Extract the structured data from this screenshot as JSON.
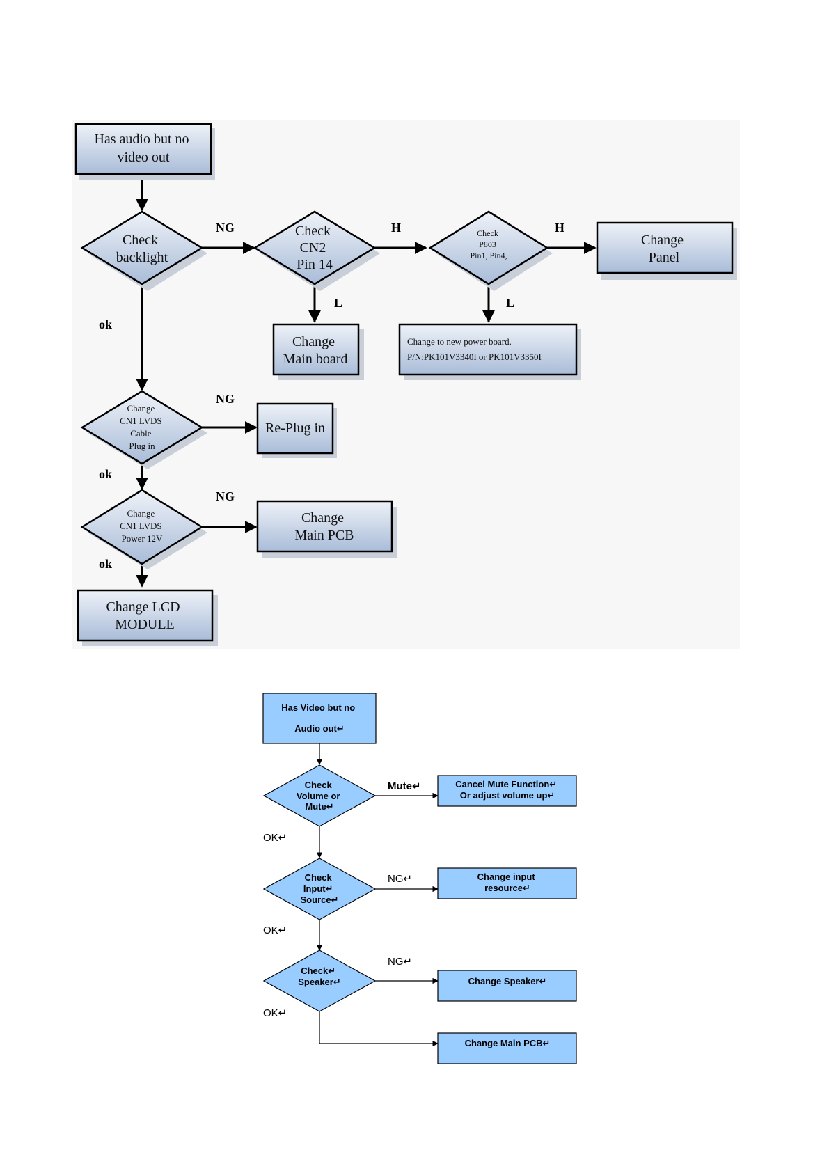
{
  "flowchart_top": {
    "start": [
      "Has audio but no",
      "video out"
    ],
    "check_backlight": [
      "Check",
      "backlight"
    ],
    "check_cn2": [
      "Check",
      "CN2",
      "Pin 14"
    ],
    "check_p803": [
      "Check",
      "P803",
      "Pin1, Pin4,"
    ],
    "change_panel": [
      "Change",
      "Panel"
    ],
    "change_main_board": [
      "Change",
      "Main board"
    ],
    "change_power_board": [
      "Change to new power board.",
      "P/N:PK101V3340I or PK101V3350I"
    ],
    "change_lvds_cable": [
      "Change",
      "CN1 LVDS",
      "Cable",
      "Plug in"
    ],
    "re_plug": [
      "Re-Plug in"
    ],
    "change_lvds_power": [
      "Change",
      "CN1 LVDS",
      "Power 12V"
    ],
    "change_main_pcb": [
      "Change",
      "Main PCB"
    ],
    "change_lcd_module": [
      "Change LCD",
      "MODULE"
    ],
    "labels": {
      "ng_backlight": "NG",
      "h_cn2": "H",
      "h_p803": "H",
      "l_cn2": "L",
      "l_p803": "L",
      "ok_backlight": "ok",
      "ng_lvds_cable": "NG",
      "ok_lvds_cable": "ok",
      "ng_lvds_power": "NG",
      "ok_lvds_power": "ok"
    }
  },
  "flowchart_bottom": {
    "start": [
      "Has Video but no",
      "Audio out↵"
    ],
    "check_volume": [
      "Check",
      "Volume or",
      "Mute↵"
    ],
    "cancel_mute": [
      "Cancel Mute Function↵",
      "Or adjust volume up↵"
    ],
    "check_input": [
      "Check",
      "Input↵",
      "Source↵"
    ],
    "change_input": [
      "Change input",
      "resource↵"
    ],
    "check_speaker": [
      "Check↵",
      "Speaker↵"
    ],
    "change_speaker": [
      "Change Speaker↵"
    ],
    "change_main_pcb": [
      "Change Main PCB↵"
    ],
    "labels": {
      "mute": "Mute↵",
      "ng_input": "NG↵",
      "ng_speaker": "NG↵",
      "ok_volume": "OK↵",
      "ok_input": "OK↵",
      "ok_speaker": "OK↵"
    }
  },
  "colors": {
    "box_top_light": "#eef2f8",
    "box_top_dark": "#a9bcd8",
    "box_bottom": "#99ccff",
    "background_top": "#f7f7f7"
  }
}
